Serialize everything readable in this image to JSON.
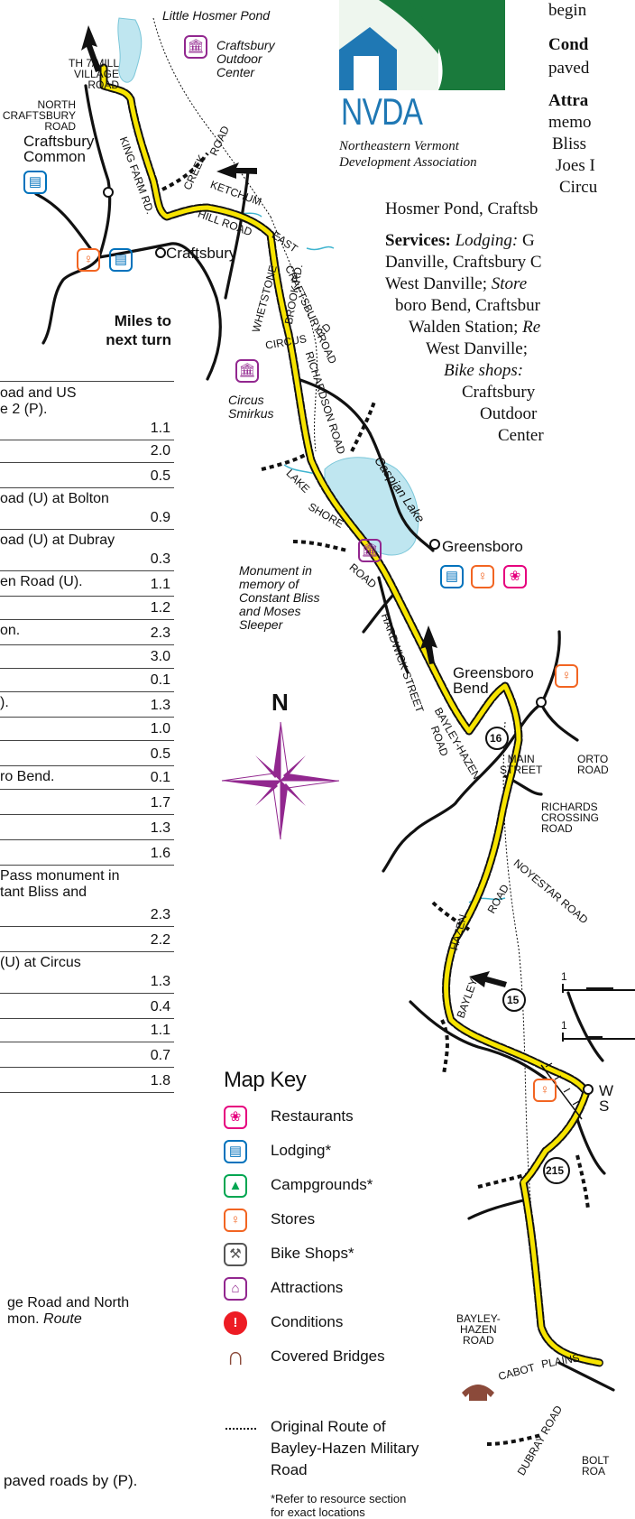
{
  "logo": {
    "acronym": "NVDA",
    "org_name_line1": "Northeastern Vermont",
    "org_name_line2": "Development Association"
  },
  "right_text": {
    "begin": "begin",
    "cond_label": "Cond",
    "cond_text": "paved",
    "attr_label": "Attra",
    "attr_l1": "memo",
    "attr_l2": "Bliss",
    "attr_l3": "Joes I",
    "attr_l4": "Circu",
    "attr_l5": "Hosmer Pond, Craftsb",
    "services_label": "Services:",
    "lodging_label": "Lodging:",
    "lodging_text": "G",
    "svc_l2": "Danville, Craftsbury C",
    "svc_l3a": "West Danville;",
    "svc_l3b": "Store",
    "svc_l4": "boro Bend, Craftsbur",
    "svc_l5a": "Walden Station;",
    "svc_l5b": "Re",
    "svc_l6": "West Danville;",
    "bike_label": "Bike shops:",
    "bike_l1": "Craftsbury",
    "bike_l2": "Outdoor",
    "bike_l3": "Center"
  },
  "miles_table": {
    "header": "Miles to\nnext turn",
    "rows": [
      {
        "desc": "oad and US\ne 2 (P).",
        "val": "1.1"
      },
      {
        "desc": "",
        "val": "2.0"
      },
      {
        "desc": "",
        "val": "0.5"
      },
      {
        "desc": "oad (U) at Bolton",
        "val": "0.9"
      },
      {
        "desc": "oad (U) at Dubray",
        "val": "0.3"
      },
      {
        "desc": "en Road (U).",
        "val": "1.1"
      },
      {
        "desc": "",
        "val": "1.2"
      },
      {
        "desc": "on.",
        "val": "2.3"
      },
      {
        "desc": "",
        "val": "3.0"
      },
      {
        "desc": "",
        "val": "0.1"
      },
      {
        "desc": ").",
        "val": "1.3"
      },
      {
        "desc": "",
        "val": "1.0"
      },
      {
        "desc": "",
        "val": "0.5"
      },
      {
        "desc": "ro Bend.",
        "val": "0.1"
      },
      {
        "desc": "",
        "val": "1.7"
      },
      {
        "desc": "",
        "val": "1.3"
      },
      {
        "desc": "",
        "val": "1.6"
      },
      {
        "desc": "Pass monument in\ntant Bliss and",
        "val": "2.3"
      },
      {
        "desc": "",
        "val": "2.2"
      },
      {
        "desc": "(U) at Circus",
        "val": "1.3"
      },
      {
        "desc": "",
        "val": "0.4"
      },
      {
        "desc": "",
        "val": "1.1"
      },
      {
        "desc": "",
        "val": "0.7"
      },
      {
        "desc": "",
        "val": "1.8"
      }
    ],
    "final_line1": "ge Road and North",
    "final_line2a": "mon.",
    "final_line2b": "Route",
    "footer": "paved roads by (P)."
  },
  "map_labels": {
    "little_hosmer_pond": "Little Hosmer Pond",
    "craftsbury_outdoor_center": "Craftsbury\nOutdoor\nCenter",
    "th7_mill_village_road": "TH 7/MILL\nVILLAGE\nROAD",
    "north_craftsbury_road": "NORTH\nCRAFTSBURY\nROAD",
    "craftsbury_common": "Craftsbury\nCommon",
    "craftsbury": "Craftsbury",
    "king_farm_rd": "KING FARM RD.",
    "creek_road": "CREEK",
    "road_word": "ROAD",
    "ketchum": "KETCHUM",
    "hill_road": "HILL ROAD",
    "east": "EAST",
    "craftsbury_road": "CRAFTSBURY ROAD",
    "whetstone": "WHETSTONE",
    "brook_rd": "BROOK RD.",
    "circus": "CIRCUS",
    "rd": "RD",
    "richardson_road": "RICHARDSON ROAD",
    "circus_smirkus": "Circus\nSmirkus",
    "caspian_lake": "Caspian Lake",
    "lake": "LAKE",
    "shore": "SHORE",
    "greensboro": "Greensboro",
    "monument": "Monument in\nmemory of\nConstant Bliss\nand Moses\nSleeper",
    "hardwick_street": "HARDWICK STREET",
    "greensboro_bend": "Greensboro\nBend",
    "bayley_hazen": "BAYLEY-HAZEN",
    "main_street": "MAIN\nSTREET",
    "orto_road": "ORTO\nROAD",
    "richards_crossing_road": "RICHARDS\nCROSSING\nROAD",
    "noyestar_road": "NOYESTAR ROAD",
    "hazen": "HAZEN",
    "bayley": "BAYLEY",
    "bayley_hazen_road": "BAYLEY-\nHAZEN\nROAD",
    "cabot": "CABOT",
    "plains": "PLAINS",
    "dubray_road": "DUBRAY ROAD",
    "bolt_road": "BOLT\nROA",
    "w_s": "W\nS",
    "route_16": "16",
    "route_15": "15",
    "route_215": "215",
    "scale_1a": "1",
    "scale_1b": "1",
    "north": "N"
  },
  "map_key": {
    "title": "Map Key",
    "items": [
      {
        "label": "Restaurants",
        "icon": "restaurant-icon",
        "color": "#e6007e"
      },
      {
        "label": "Lodging*",
        "icon": "lodging-icon",
        "color": "#0072bc"
      },
      {
        "label": "Campgrounds*",
        "icon": "campground-icon",
        "color": "#00a651"
      },
      {
        "label": "Stores",
        "icon": "store-icon",
        "color": "#f26522"
      },
      {
        "label": "Bike Shops*",
        "icon": "bike-shop-icon",
        "color": "#555555"
      },
      {
        "label": "Attractions",
        "icon": "attraction-icon",
        "color": "#92278f"
      },
      {
        "label": "Conditions",
        "icon": "condition-icon",
        "color": "#ed1c24"
      },
      {
        "label": "Covered Bridges",
        "icon": "covered-bridge-icon",
        "color": "#8b4a3a"
      }
    ],
    "route_label": "Original Route of\nBayley-Hazen Military\nRoad",
    "note": "*Refer to resource section\nfor exact locations"
  },
  "colors": {
    "route_yellow": "#f7e400",
    "water": "#bfe6f0",
    "logo_green": "#1a7a3c",
    "logo_blue": "#1f78b4"
  }
}
